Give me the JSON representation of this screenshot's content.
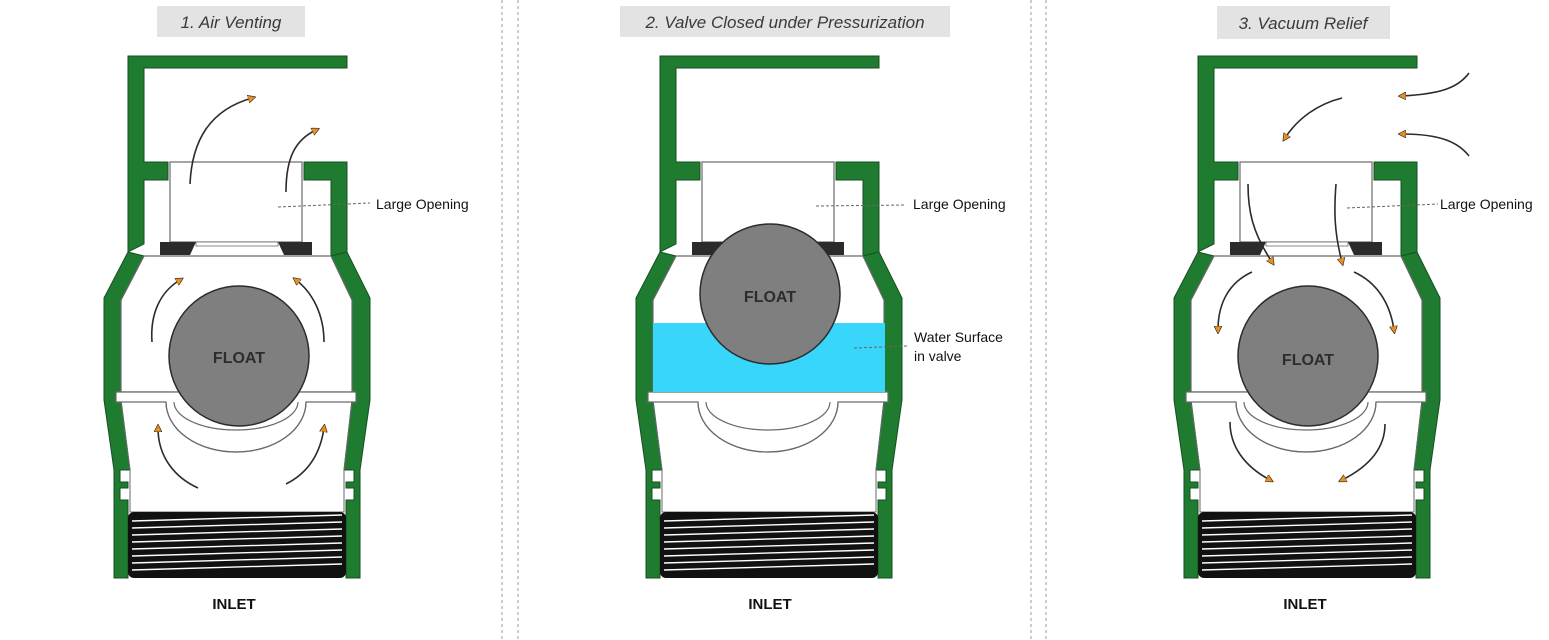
{
  "colors": {
    "body": "#1e7b30",
    "body_edge": "#174f21",
    "float": "#7f7f7f",
    "water": "#38d6fb",
    "arrow_head": "#e8901e",
    "title_bg": "#e3e3e3",
    "seat": "#2b2b2b",
    "inlet": "#111111"
  },
  "panels": [
    {
      "title": "1. Air Venting",
      "callout": "Large Opening",
      "float_label": "FLOAT",
      "inlet_label": "INLET"
    },
    {
      "title": "2. Valve Closed under Pressurization",
      "callout": "Large Opening",
      "float_label": "FLOAT",
      "water_label_line1": "Water Surface",
      "water_label_line2": "in valve",
      "inlet_label": "INLET"
    },
    {
      "title": "3. Vacuum Relief",
      "callout": "Large Opening",
      "float_label": "FLOAT",
      "inlet_label": "INLET"
    }
  ]
}
